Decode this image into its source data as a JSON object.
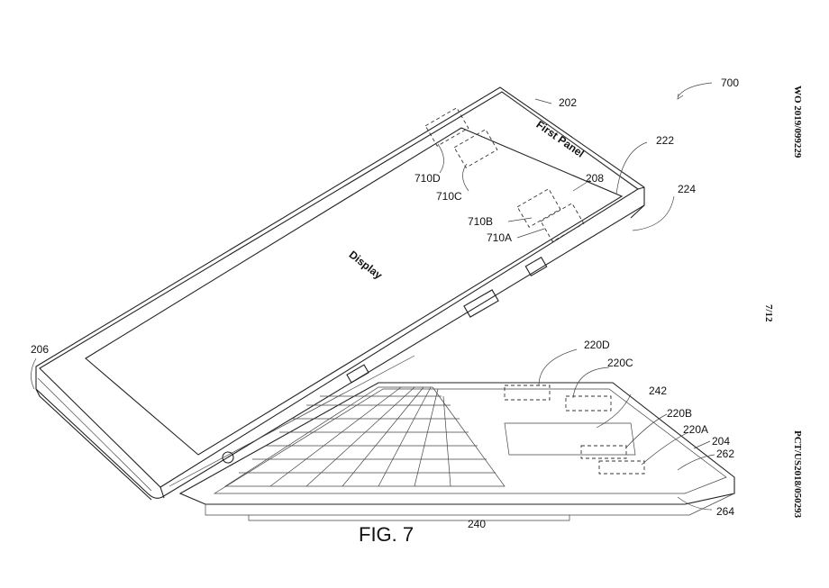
{
  "header": {
    "pub_number": "WO 2019/099229",
    "sheet": "7/12",
    "app_number": "PCT/US2018/050293"
  },
  "figure": {
    "caption": "FIG. 7",
    "panel_labels": {
      "first_panel": "First Panel",
      "display": "Display"
    },
    "refs": {
      "r700": "700",
      "r202": "202",
      "r222": "222",
      "r224": "224",
      "r208": "208",
      "r710D": "710D",
      "r710C": "710C",
      "r710B": "710B",
      "r710A": "710A",
      "r206": "206",
      "r220D": "220D",
      "r220C": "220C",
      "r242": "242",
      "r220B": "220B",
      "r220A": "220A",
      "r204": "204",
      "r262": "262",
      "r264": "264",
      "r240": "240"
    }
  }
}
